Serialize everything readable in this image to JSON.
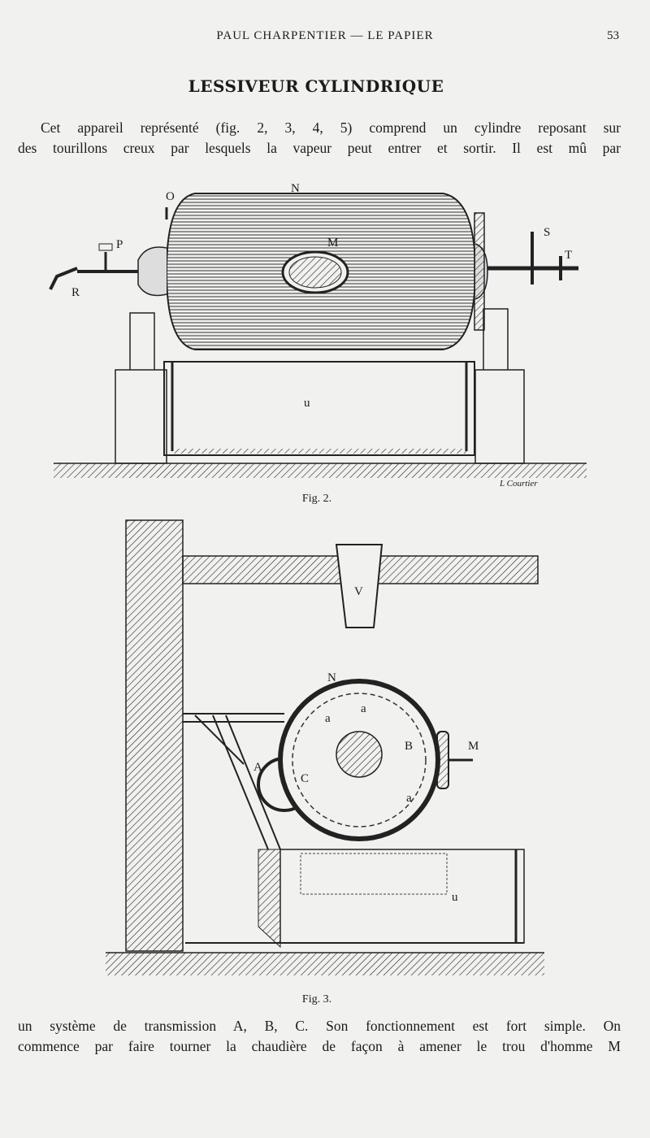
{
  "header": {
    "running_title": "PAUL CHARPENTIER — LE PAPIER",
    "page_number": "53"
  },
  "section_title": "LESSIVEUR CYLINDRIQUE",
  "paragraph_1": {
    "lines": [
      "Cet appareil représenté (fig. 2, 3, 4, 5) comprend un cylindre reposant sur",
      "des tourillons creux par lesquels la vapeur peut entrer et sortir. Il est mû par"
    ]
  },
  "figure_2": {
    "caption": "Fig. 2.",
    "labels": {
      "N": "N",
      "O": "O",
      "P": "P",
      "R": "R",
      "M": "M",
      "S": "S",
      "T": "T",
      "u": "u"
    },
    "signature": "L Courtier"
  },
  "figure_3": {
    "caption": "Fig. 3.",
    "labels": {
      "V": "V",
      "N": "N",
      "a1": "a",
      "a2": "a",
      "a3": "a",
      "B": "B",
      "M": "M",
      "A": "A",
      "C": "C",
      "u": "u"
    }
  },
  "paragraph_2": {
    "lines": [
      "un système de transmission A, B, C. Son fonctionnement est fort simple. On",
      "commence par faire tourner la chaudière de façon à amener le trou d'homme M"
    ]
  }
}
